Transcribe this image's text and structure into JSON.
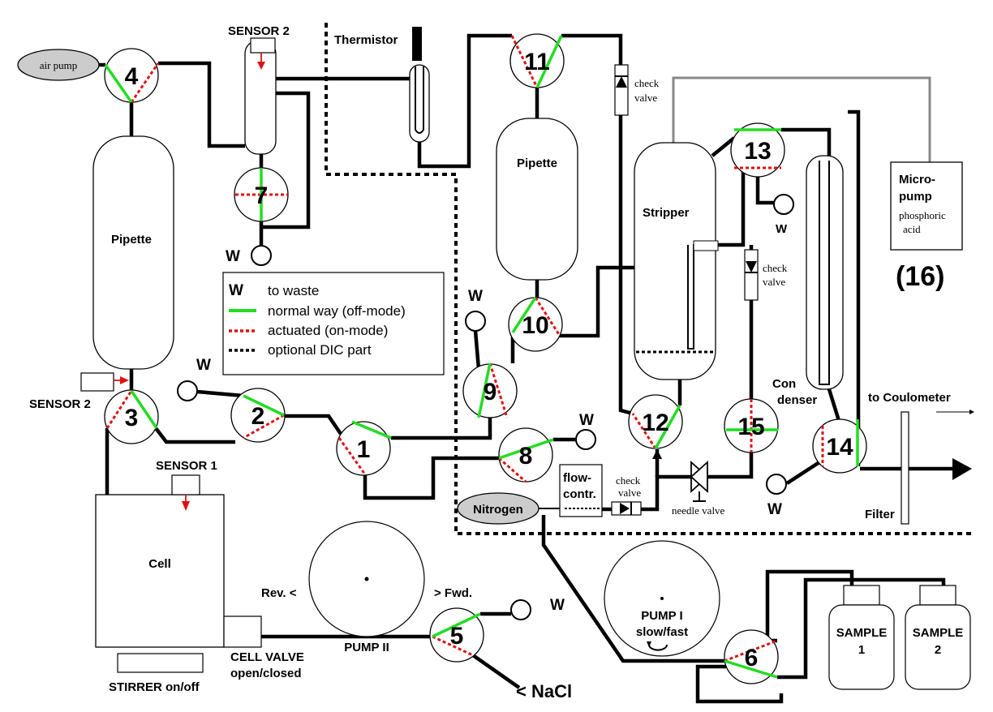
{
  "components": {
    "air_pump": "air pump",
    "sensor2_top": "SENSOR 2",
    "sensor2_left": "SENSOR 2",
    "sensor1": "SENSOR 1",
    "thermistor": "Thermistor",
    "pipette_left": "Pipette",
    "pipette_mid": "Pipette",
    "stripper": "Stripper",
    "cell": "Cell",
    "stirrer": "STIRRER on/off",
    "cell_valve_line1": "CELL VALVE",
    "cell_valve_line2": "open/closed",
    "pump2": "PUMP II",
    "pump2_rev": "Rev.  <",
    "pump2_fwd": ">  Fwd.",
    "pump1_line1": "PUMP I",
    "pump1_line2": "slow/fast",
    "nitrogen": "Nitrogen",
    "flow_line1": "flow-",
    "flow_line2": "contr.",
    "check_valve_a1": "check",
    "check_valve_a2": "valve",
    "check_valve_b1": "check",
    "check_valve_b2": "valve",
    "check_valve_c1": "check",
    "check_valve_c2": "valve",
    "needle_valve": "needle valve",
    "condenser_line1": "Con",
    "condenser_line2": "denser",
    "micropump_line1": "Micro-",
    "micropump_line2": "pump",
    "micropump_line3": "phosphoric",
    "micropump_line4": "acid",
    "micropump_id": "(16)",
    "to_coulometer": "to Coulometer",
    "filter": "Filter",
    "nacl": "< NaCl",
    "sample1_line1": "SAMPLE",
    "sample1_line2": "1",
    "sample2_line1": "SAMPLE",
    "sample2_line2": "2",
    "waste": "W"
  },
  "valves": [
    "1",
    "2",
    "3",
    "4",
    "5",
    "6",
    "7",
    "8",
    "9",
    "10",
    "11",
    "12",
    "13",
    "14",
    "15"
  ],
  "legend": {
    "waste_symbol": "W",
    "waste": "to waste",
    "normal": "normal way (off-mode)",
    "actuated": "actuated (on-mode)",
    "optional": "optional DIC part"
  },
  "colors": {
    "normal_way": "#22dd22",
    "actuated": "#e01010",
    "sensor_arrow": "#e01010",
    "pump_housing": "#cccccc",
    "micropump_line": "#888888"
  }
}
